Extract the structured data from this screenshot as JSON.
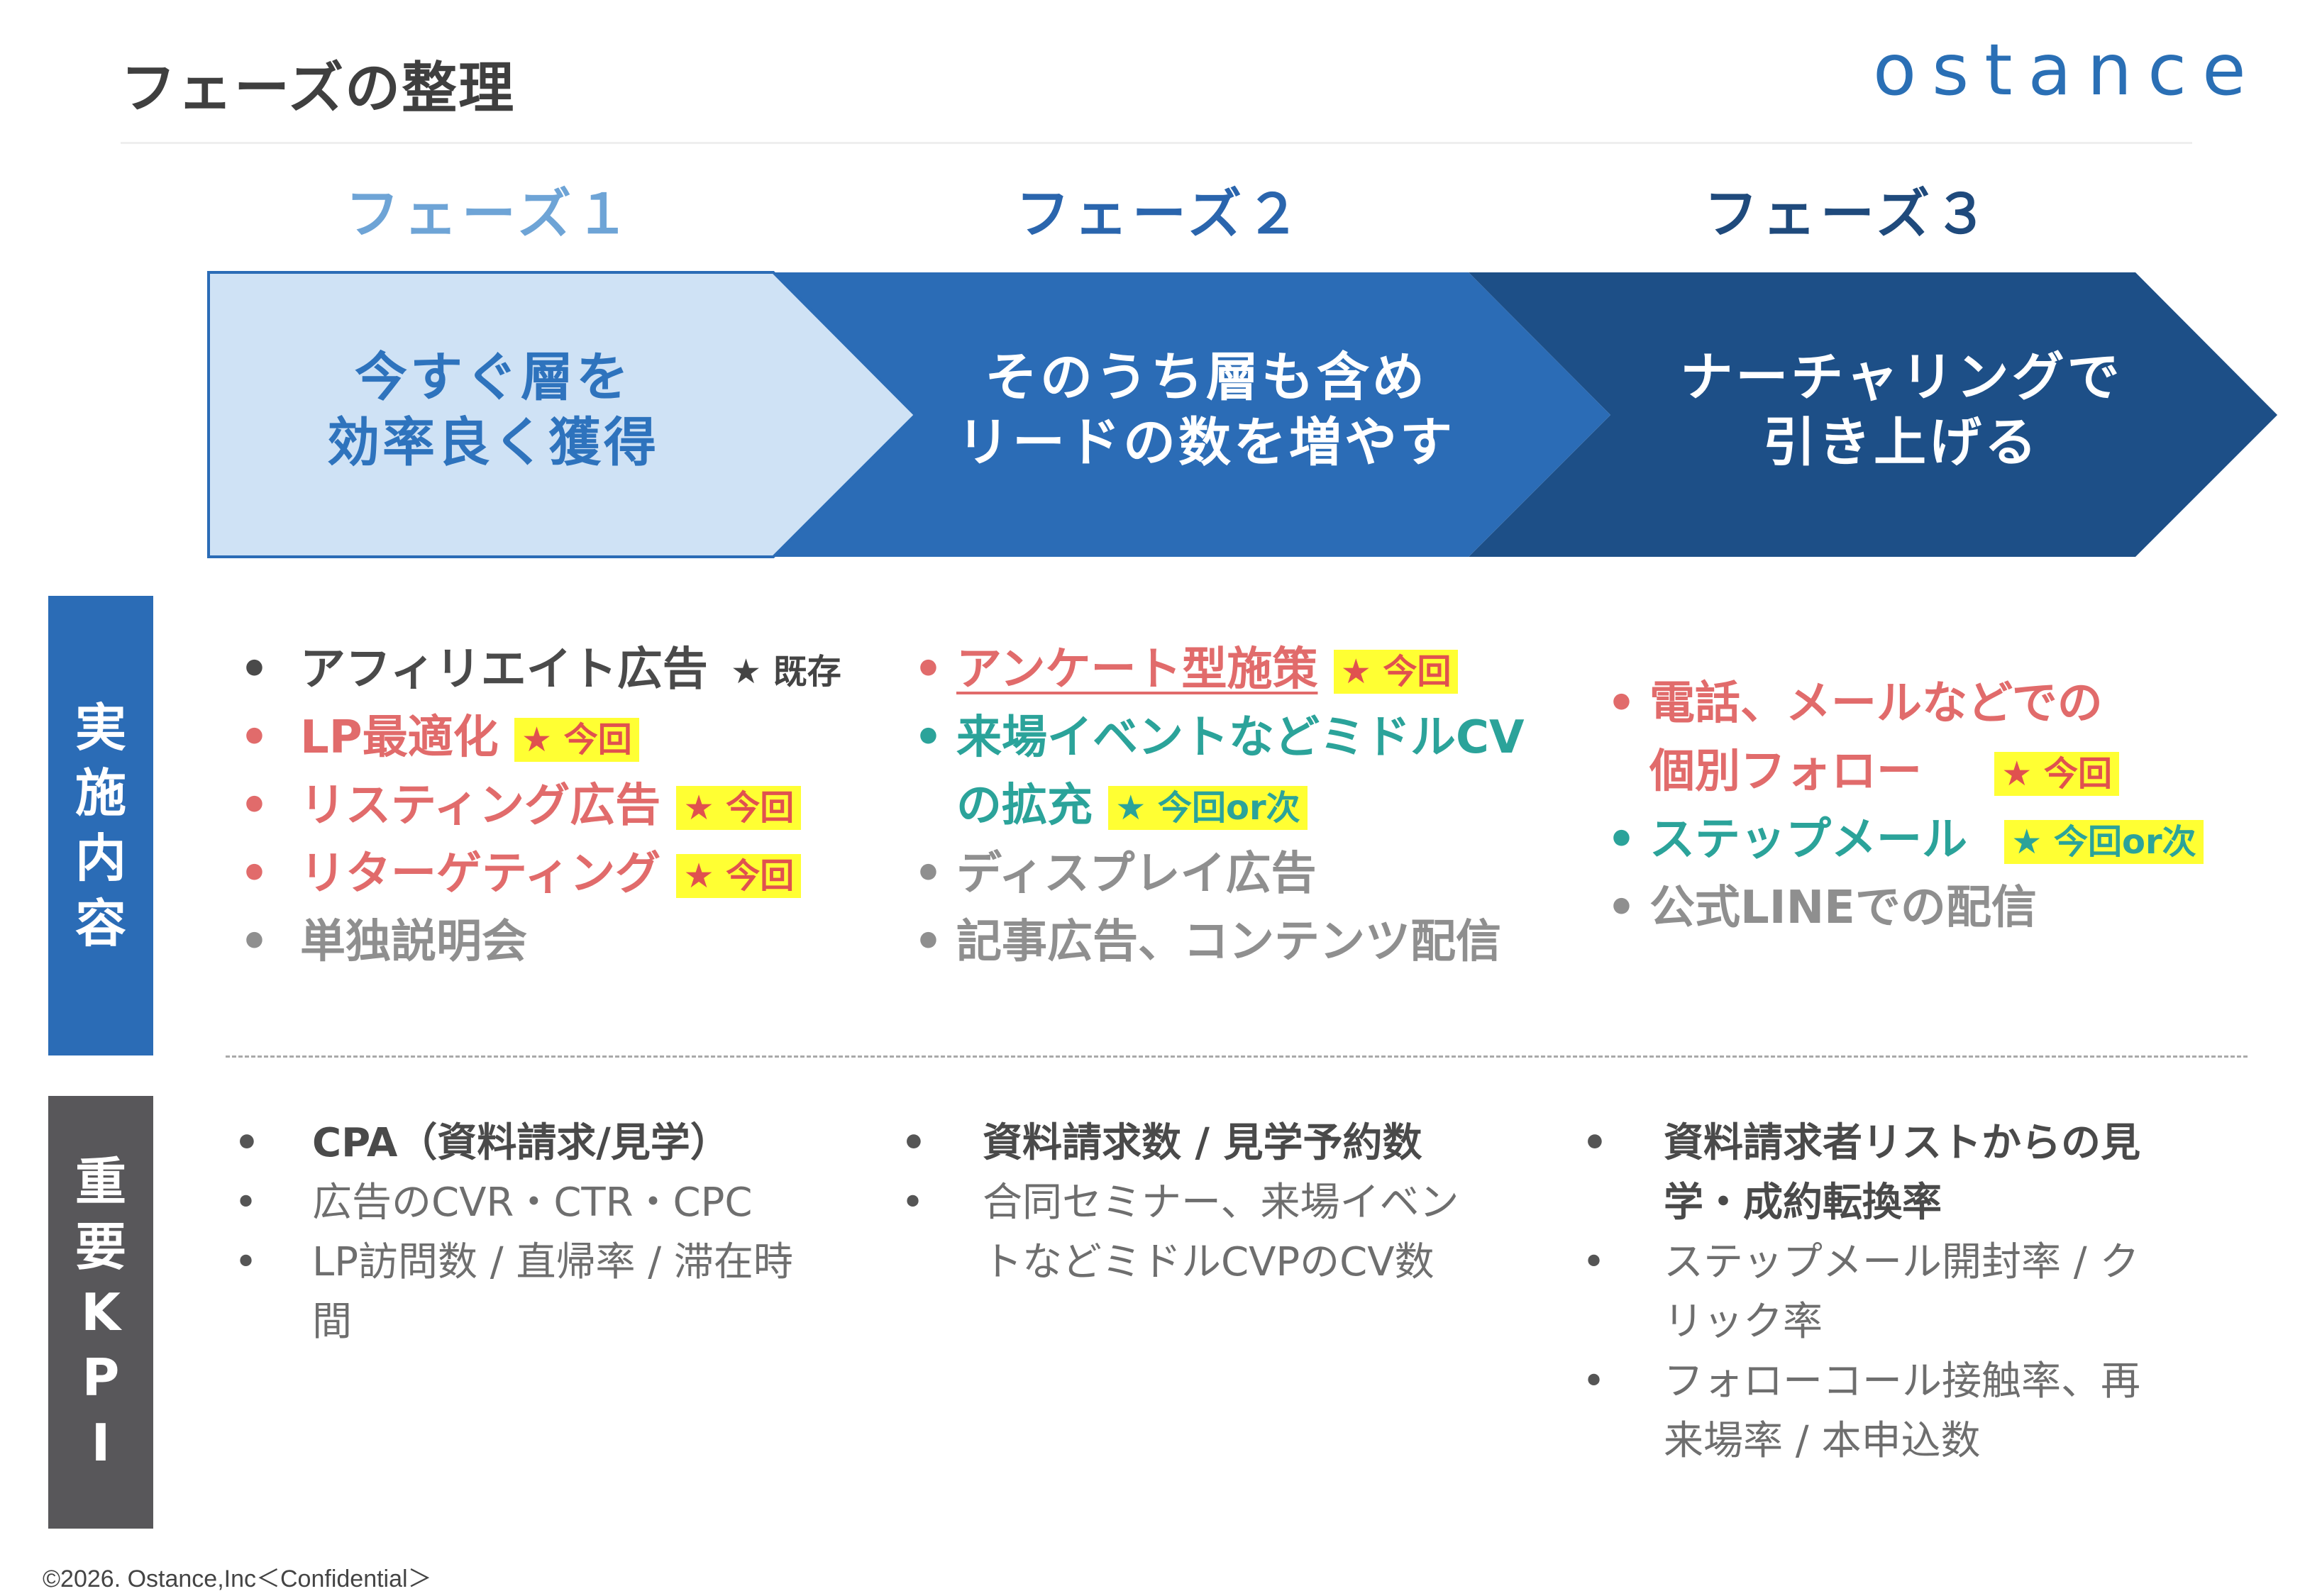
{
  "page": {
    "title": "フェーズの整理",
    "logo": "ostance",
    "footer": "©2026. Ostance,Inc＜Confidential＞"
  },
  "colors": {
    "phase1_fill": "#cfe2f5",
    "phase2_fill": "#2b6cb6",
    "phase3_fill": "#1d4f87",
    "side_actions": "#2b6cb6",
    "side_kpi": "#58575a",
    "highlight": "#ffff33",
    "red": "#e16b6b",
    "teal": "#2ba39a"
  },
  "phases": [
    {
      "heading": "フェーズ１",
      "line1": "今すぐ層を",
      "line2": "効率良く獲得"
    },
    {
      "heading": "フェーズ２",
      "line1": "そのうち層も含め",
      "line2": "リードの数を増やす"
    },
    {
      "heading": "フェーズ３",
      "line1": "ナーチャリングで",
      "line2": "引き上げる"
    }
  ],
  "side_labels": {
    "actions": [
      "実",
      "施",
      "内",
      "容"
    ],
    "kpi": [
      "重",
      "要",
      "K",
      "P",
      "I"
    ]
  },
  "actions": {
    "phase1": [
      {
        "text": "アフィリエイト広告",
        "tag": "★ 既存"
      },
      {
        "text": "LP最適化",
        "tag": "★ 今回"
      },
      {
        "text": "リスティング広告",
        "tag": "★ 今回"
      },
      {
        "text": "リターゲティング",
        "tag": "★ 今回"
      },
      {
        "text": "単独説明会"
      }
    ],
    "phase2": [
      {
        "text": "アンケート型施策",
        "tag": "★ 今回"
      },
      {
        "text": "来場イベントなどミドルCV"
      },
      {
        "text": "の拡充",
        "tag": "★ 今回or次"
      },
      {
        "text": "ディスプレイ広告"
      },
      {
        "text": "記事広告、コンテンツ配信"
      }
    ],
    "phase3": [
      {
        "text": "電話、メールなどでの"
      },
      {
        "text": "個別フォロー",
        "tag": "★ 今回"
      },
      {
        "text": "ステップメール",
        "tag": "★ 今回or次"
      },
      {
        "text": "公式LINEでの配信"
      }
    ]
  },
  "kpis": {
    "phase1": [
      {
        "line1": "CPA（資料請求/見学）"
      },
      {
        "line1": "広告のCVR・CTR・CPC"
      },
      {
        "line1": "LP訪問数 / 直帰率 / 滞在時",
        "line2": "間"
      }
    ],
    "phase2": [
      {
        "line1": "資料請求数 / 見学予約数"
      },
      {
        "line1": "合同セミナー、来場イベン",
        "line2": "トなどミドルCVPのCV数"
      }
    ],
    "phase3": [
      {
        "line1": "資料請求者リストからの見",
        "line2": "学・成約転換率"
      },
      {
        "line1": "ステップメール開封率 / ク",
        "line2": "リック率"
      },
      {
        "line1": "フォローコール接触率、再",
        "line2": "来場率 / 本申込数"
      }
    ]
  }
}
